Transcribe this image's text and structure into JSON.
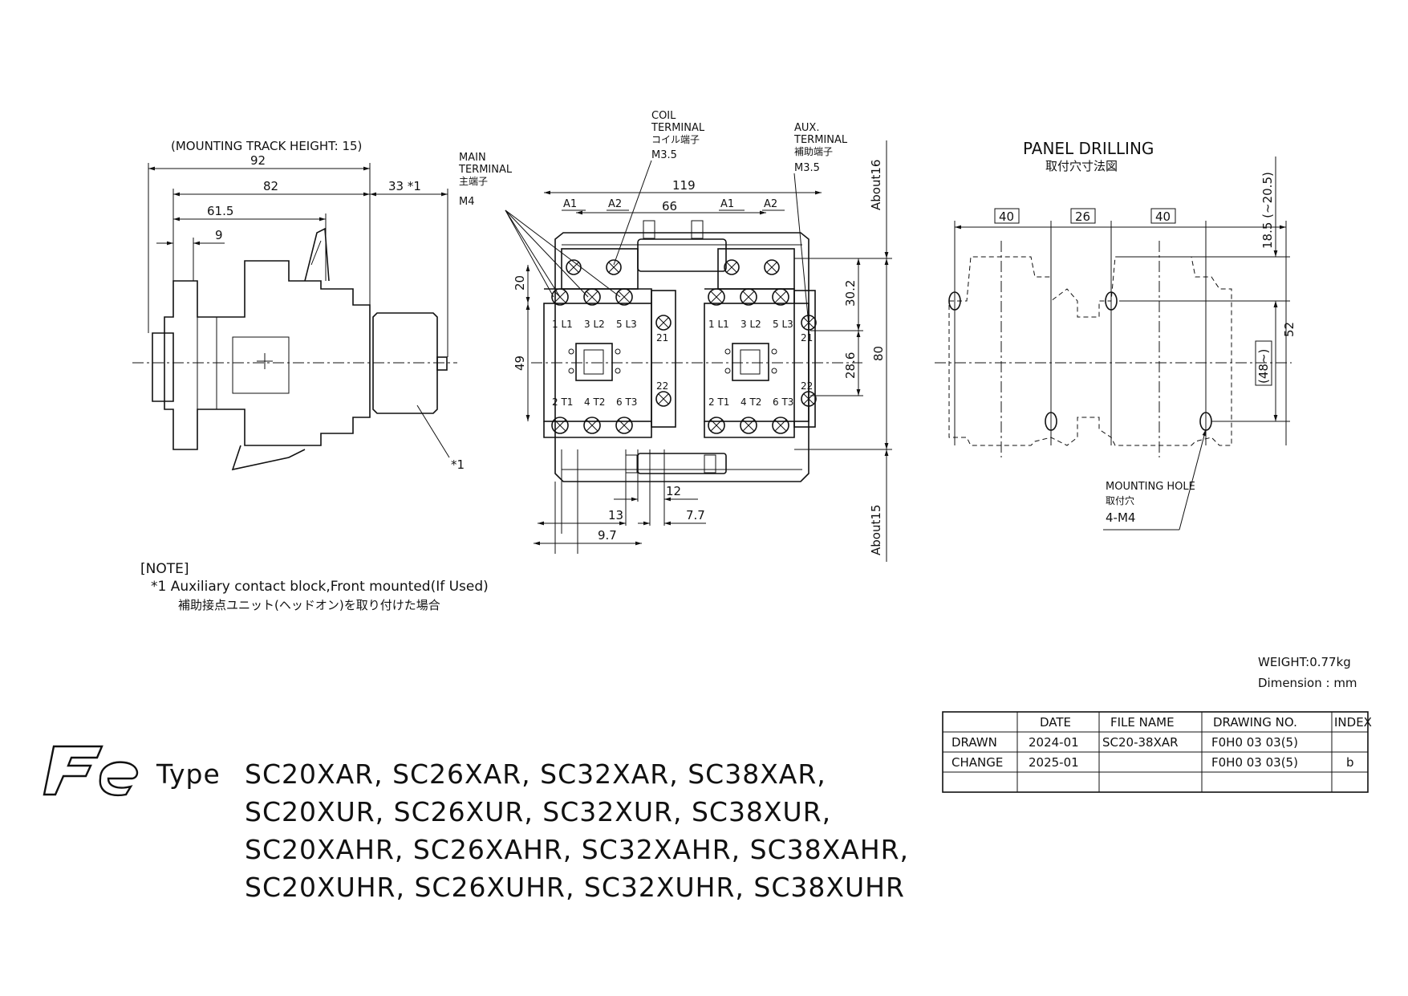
{
  "side_view": {
    "track_note": "(MOUNTING TRACK HEIGHT: 15)",
    "dims": [
      "92",
      "82",
      "61.5",
      "9",
      "33 *1"
    ],
    "marker": "*1"
  },
  "front_view": {
    "labels": {
      "main_terminal": [
        "MAIN",
        "TERMINAL",
        "主端子",
        "M4"
      ],
      "coil_terminal": [
        "COIL",
        "TERMINAL",
        "コイル端子",
        "M3.5"
      ],
      "aux_terminal": [
        "AUX.",
        "TERMINAL",
        "補助端子",
        "M3.5"
      ]
    },
    "dims": {
      "width": "119",
      "pitch": "66",
      "a1_left": "A1",
      "a2_left": "A2",
      "a1_right": "A1",
      "a2_right": "A2",
      "about_top": "About16",
      "about_bottom": "About15",
      "d20": "20",
      "d49": "49",
      "d302": "30.2",
      "d286": "28.6",
      "d80": "80",
      "d12": "12",
      "d13": "13",
      "d77": "7.7",
      "d97": "9.7"
    },
    "terminal_marks": {
      "top": [
        "1 L1",
        "3 L2",
        "5 L3"
      ],
      "bottom": [
        "2 T1",
        "4 T2",
        "6 T3"
      ],
      "aux": [
        "21",
        "22"
      ]
    }
  },
  "panel": {
    "title": "PANEL DRILLING",
    "subtitle": "取付穴寸法図",
    "dims": [
      "40",
      "26",
      "40"
    ],
    "d185": "18.5 (~20.5)",
    "d52": "52",
    "d48": "(48~)",
    "hole": [
      "MOUNTING HOLE",
      "取付穴",
      "4-M4"
    ]
  },
  "note": {
    "title": "[NOTE]",
    "line1": "*1  Auxiliary contact block,Front mounted(If Used)",
    "line2": "補助接点ユニット(ヘッドオン)を取り付けた場合"
  },
  "spec": {
    "weight": "WEIGHT:0.77kg",
    "dimension": "Dimension : mm"
  },
  "title_block": {
    "headers": [
      "",
      "DATE",
      "FILE NAME",
      "DRAWING NO.",
      "INDEX"
    ],
    "rows": [
      [
        "DRAWN",
        "2024-01",
        "SC20-38XAR",
        "F0H0 03 03(5)",
        ""
      ],
      [
        "CHANGE",
        "2025-01",
        "",
        "F0H0 03 03(5)",
        "b"
      ],
      [
        "",
        "",
        "",
        "",
        ""
      ]
    ]
  },
  "logo_text": "Fe",
  "types": {
    "prefix": "Type",
    "lines": [
      "SC20XAR, SC26XAR, SC32XAR, SC38XAR,",
      "SC20XUR, SC26XUR, SC32XUR, SC38XUR,",
      "SC20XAHR, SC26XAHR, SC32XAHR, SC38XAHR,",
      "SC20XUHR, SC26XUHR, SC32XUHR, SC38XUHR"
    ]
  }
}
